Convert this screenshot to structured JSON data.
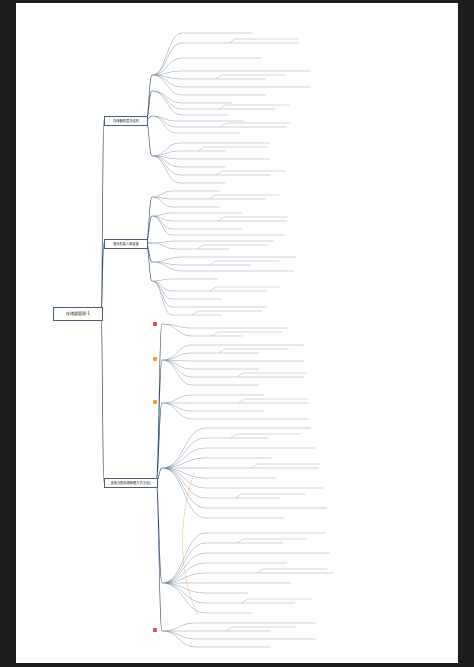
{
  "title": "存储器管理-1",
  "branches": [
    {
      "label": "存储器的层次结构"
    },
    {
      "label": "程序的装入和链接"
    },
    {
      "label": "连续分配存储管理方式(分区)"
    }
  ],
  "colors": {
    "line": "#2f4866",
    "text_line": "#6b7f96",
    "dashed": "#e0a040",
    "badge_red": "#d9534f",
    "badge_orange": "#f0a030"
  }
}
